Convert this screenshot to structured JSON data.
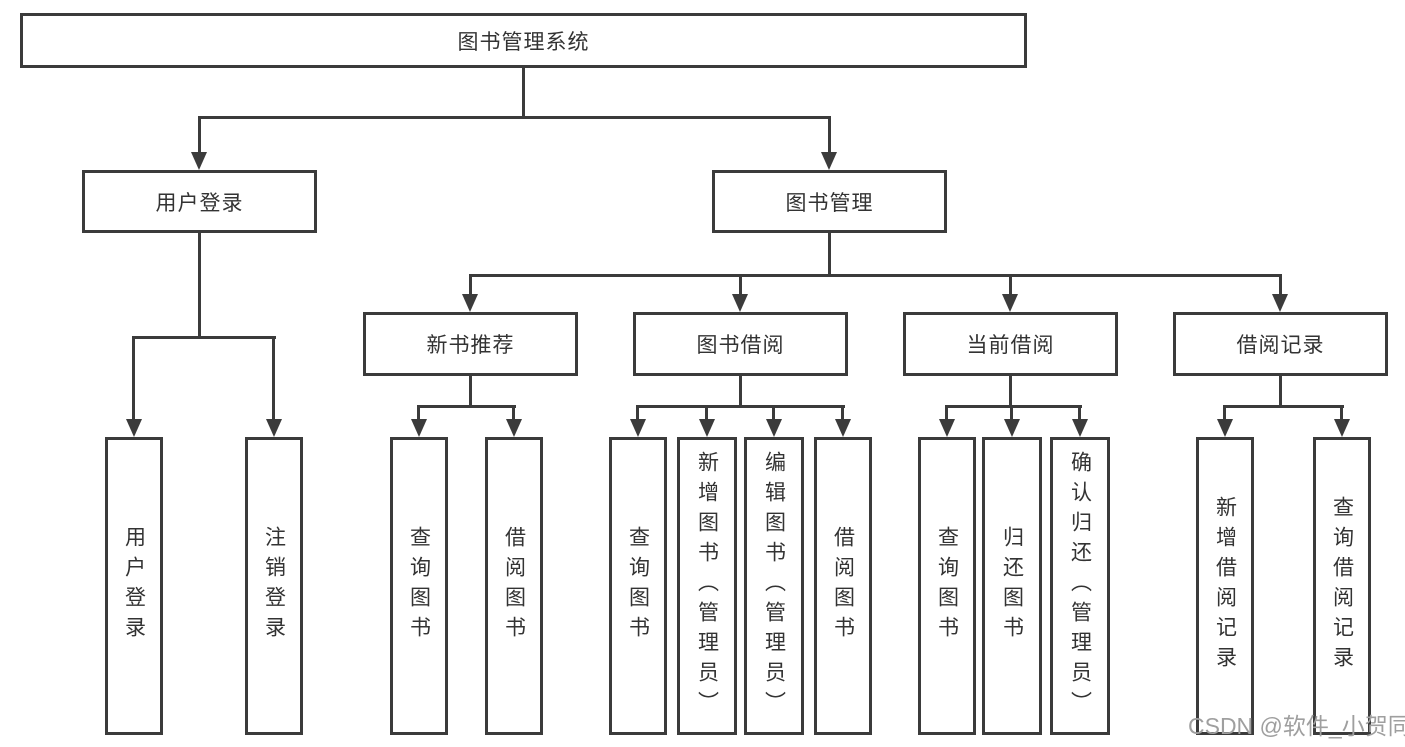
{
  "nodes": {
    "root": {
      "label": "图书管理系统"
    },
    "level2": [
      {
        "label": "用户登录"
      },
      {
        "label": "图书管理"
      }
    ],
    "level3": [
      {
        "label": "新书推荐",
        "parent": "图书管理"
      },
      {
        "label": "图书借阅",
        "parent": "图书管理"
      },
      {
        "label": "当前借阅",
        "parent": "图书管理"
      },
      {
        "label": "借阅记录",
        "parent": "图书管理"
      }
    ],
    "leaves": [
      {
        "label": "用户登录",
        "parent": "用户登录"
      },
      {
        "label": "注销登录",
        "parent": "用户登录"
      },
      {
        "label": "查询图书",
        "parent": "新书推荐"
      },
      {
        "label": "借阅图书",
        "parent": "新书推荐"
      },
      {
        "label": "查询图书",
        "parent": "图书借阅"
      },
      {
        "label": "新增图书（管理员）",
        "parent": "图书借阅"
      },
      {
        "label": "编辑图书（管理员）",
        "parent": "图书借阅"
      },
      {
        "label": "借阅图书",
        "parent": "图书借阅"
      },
      {
        "label": "查询图书",
        "parent": "当前借阅"
      },
      {
        "label": "归还图书",
        "parent": "当前借阅"
      },
      {
        "label": "确认归还（管理员）",
        "parent": "当前借阅"
      },
      {
        "label": "新增借阅记录",
        "parent": "借阅记录"
      },
      {
        "label": "查询借阅记录",
        "parent": "借阅记录"
      }
    ]
  },
  "watermark": {
    "text": "CSDN @软件_小贺同学"
  },
  "colors": {
    "line": "#3b3b3b",
    "text": "#333333",
    "watermark": "#9f9f9f",
    "background": "#ffffff"
  }
}
